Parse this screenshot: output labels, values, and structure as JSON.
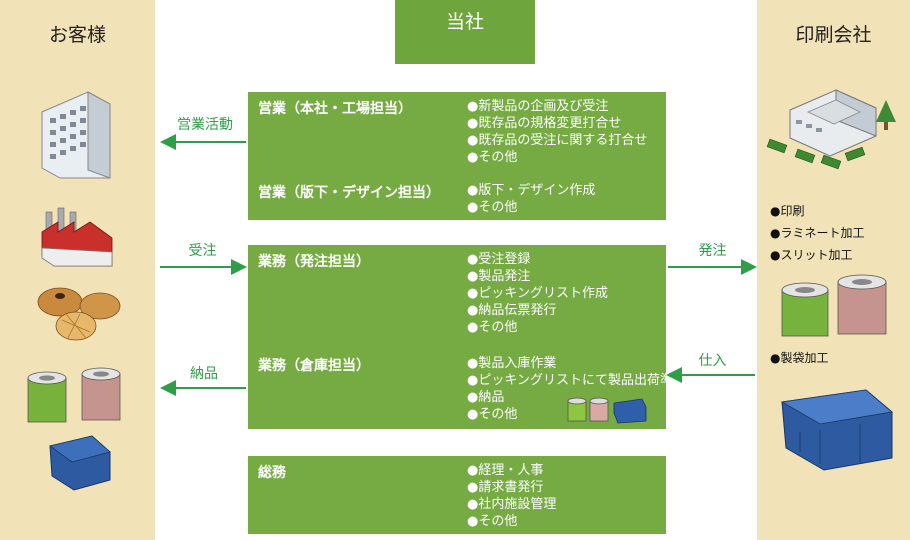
{
  "customer_title": "お客様",
  "company_title": "当社",
  "printer_title": "印刷会社",
  "arrows": {
    "sales": "営業活動",
    "order_in": "受注",
    "delivery": "納品",
    "order_out": "発注",
    "purchase": "仕入"
  },
  "boxes": {
    "sales": {
      "dept1": "営業（本社・工場担当）",
      "tasks1": [
        "新製品の企画及び受注",
        "既存品の規格変更打合せ",
        "既存品の受注に関する打合せ",
        "その他"
      ],
      "dept2": "営業（版下・デザイン担当）",
      "tasks2": [
        "版下・デザイン作成",
        "その他"
      ]
    },
    "operations": {
      "dept1": "業務（発注担当）",
      "tasks1": [
        "受注登録",
        "製品発注",
        "ピッキングリスト作成",
        "納品伝票発行",
        "その他"
      ],
      "dept2": "業務（倉庫担当）",
      "tasks2": [
        "製品入庫作業",
        "ピッキングリストにて製品出荷準備",
        "納品",
        "その他"
      ]
    },
    "general": {
      "dept1": "総務",
      "tasks1": [
        "経理・人事",
        "請求書発行",
        "社内施設管理",
        "その他"
      ]
    }
  },
  "printer_services": [
    "印刷",
    "ラミネート加工",
    "スリット加工"
  ],
  "printer_service_bag": "製袋加工",
  "colors": {
    "column_bg": "#f2e2b8",
    "box_green": "#76ab43",
    "header_green": "#6fa53d",
    "arrow_green": "#2f9e48"
  }
}
